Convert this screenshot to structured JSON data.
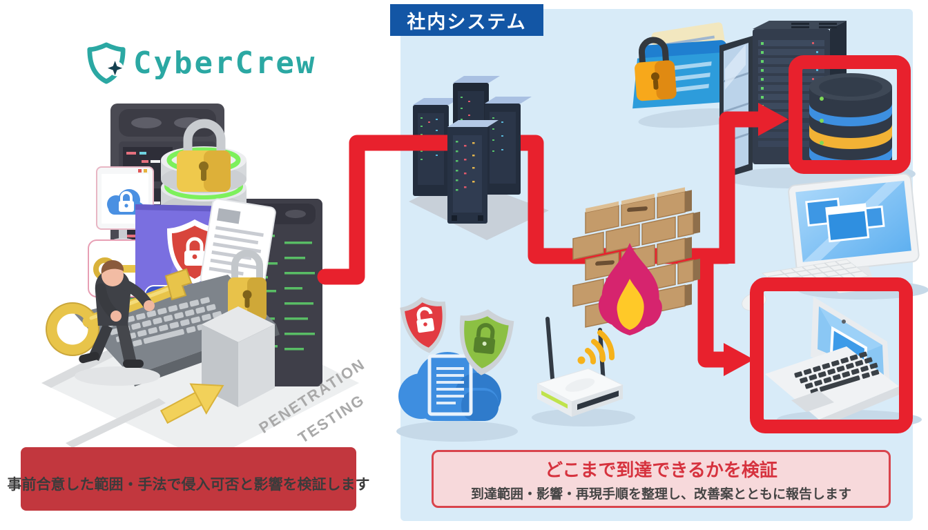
{
  "logo": {
    "brand": "CyberCrew",
    "accent_color": "#2BA8A3"
  },
  "internal_system_badge": {
    "label": "社内システム",
    "bg": "#1356A5",
    "text_color": "#FFFFFF"
  },
  "left_caption": {
    "text": "事前合意した範囲・手法で侵入可否と影響を検証します",
    "bg": "#C2373E",
    "text_color": "#3B3B3B"
  },
  "right_caption": {
    "title": "どこまで到達できるかを検証",
    "subtitle": "到達範囲・影響・再現手順を整理し、改善案とともに報告します",
    "bg": "#F7D9DB",
    "border_color": "#D9444C",
    "title_color": "#D6323E",
    "subtitle_color": "#444444"
  },
  "watermark": {
    "line1": "PENETRATION",
    "line2": "TESTING",
    "color": "#A9A9A9"
  },
  "colors": {
    "background": "#FFFFFF",
    "panel_bg": "#D8EBF8",
    "attack_path_red": "#E8212D",
    "firewall_brick": "#C49B6A",
    "flame_outer": "#D6246E",
    "flame_core": "#FFC928",
    "gold_key": "#E8C44A"
  },
  "illustration": {
    "left_scene_items": [
      "server-rack",
      "server-rack",
      "database-stack",
      "gold-padlock",
      "monitor-cloud-lock",
      "speech-bubble-key",
      "document",
      "laptop-password-shield",
      "pentester-with-giant-key",
      "gray-cube",
      "yellow-arrow"
    ],
    "internal_system_items": [
      "server-cluster",
      "firewall-wall",
      "flame",
      "cloud-document",
      "shield-red-unlocked",
      "shield-green-locked",
      "wifi-router",
      "locked-folder",
      "server-rack-glass-door",
      "database-cylinder",
      "desktop-monitor",
      "keyboard",
      "mouse",
      "laptop"
    ],
    "highlighted_targets": [
      "database-cylinder",
      "laptop"
    ]
  }
}
